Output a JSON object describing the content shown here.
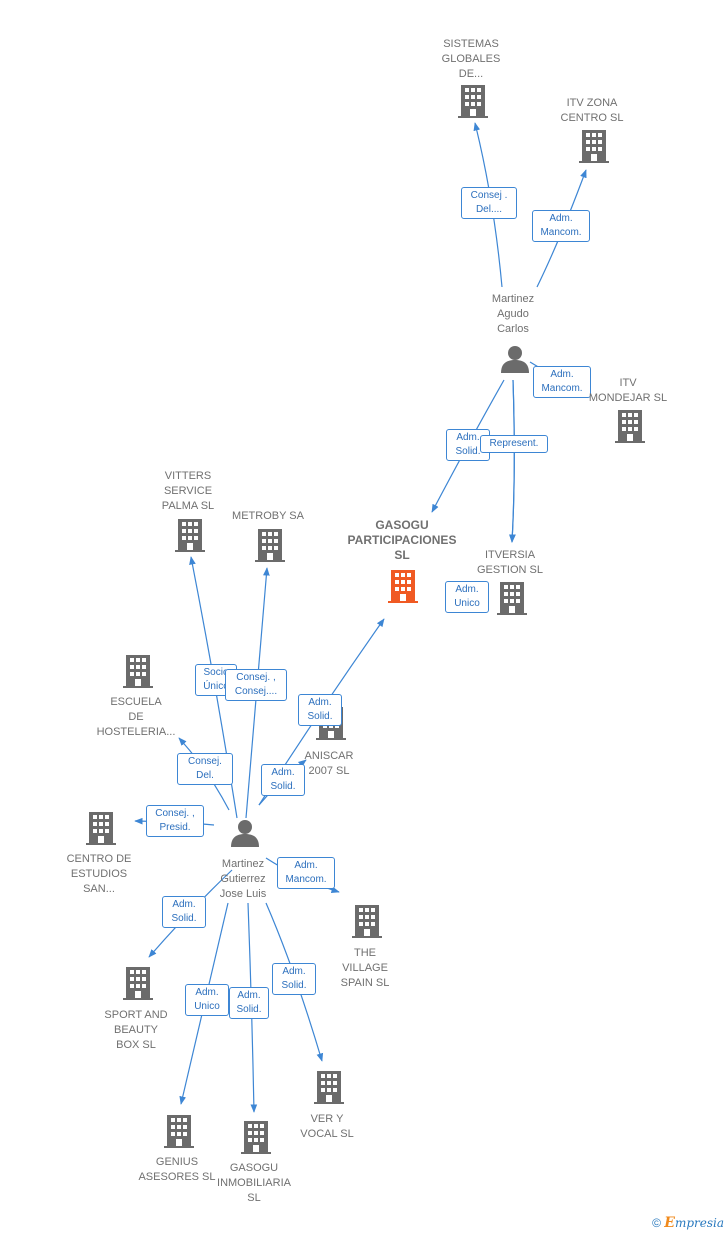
{
  "colors": {
    "edge": "#3d86d4",
    "node": "#6b6b6b",
    "focus": "#f05a23",
    "label": "#707070"
  },
  "nodes": [
    {
      "id": "sistemas",
      "type": "company",
      "label": "SISTEMAS\nGLOBALES\nDE..."
    },
    {
      "id": "itvzona",
      "type": "company",
      "label": "ITV ZONA\nCENTRO SL"
    },
    {
      "id": "martinezagudo",
      "type": "person",
      "label": "Martinez\nAgudo\nCarlos"
    },
    {
      "id": "itvmondejar",
      "type": "company",
      "label": "ITV\nMONDEJAR  SL"
    },
    {
      "id": "gasogu",
      "type": "company",
      "focus": true,
      "label": "GASOGU\nPARTICIPACIONES\nSL"
    },
    {
      "id": "itversia",
      "type": "company",
      "label": "ITVERSIA\nGESTION  SL"
    },
    {
      "id": "vitters",
      "type": "company",
      "label": "VITTERS\nSERVICE\nPALMA  SL"
    },
    {
      "id": "metroby",
      "type": "company",
      "label": "METROBY SA"
    },
    {
      "id": "escuela",
      "type": "company",
      "label": "ESCUELA\nDE\nHOSTELERIA..."
    },
    {
      "id": "aniscar",
      "type": "company",
      "label": "ANISCAR\n2007 SL"
    },
    {
      "id": "centro",
      "type": "company",
      "label": "CENTRO DE\nESTUDIOS\nSAN..."
    },
    {
      "id": "martinezgutierrez",
      "type": "person",
      "label": "Martinez\nGutierrez\nJose Luis"
    },
    {
      "id": "village",
      "type": "company",
      "label": "THE\nVILLAGE\nSPAIN  SL"
    },
    {
      "id": "sport",
      "type": "company",
      "label": "SPORT AND\nBEAUTY\nBOX  SL"
    },
    {
      "id": "genius",
      "type": "company",
      "label": "GENIUS\nASESORES  SL"
    },
    {
      "id": "gasoguinm",
      "type": "company",
      "label": "GASOGU\nINMOBILIARIA\nSL"
    },
    {
      "id": "veryvocal",
      "type": "company",
      "label": "VER Y\nVOCAL SL"
    }
  ],
  "edges": [
    {
      "from": "martinezagudo",
      "to": "sistemas",
      "label": "Consej .\nDel...."
    },
    {
      "from": "martinezagudo",
      "to": "itvzona",
      "label": "Adm.\nMancom."
    },
    {
      "from": "martinezagudo",
      "to": "itvmondejar",
      "label": "Adm.\nMancom."
    },
    {
      "from": "martinezagudo",
      "to": "gasogu",
      "label": "Adm.\nSolid."
    },
    {
      "from": "martinezagudo",
      "to": "itversia",
      "label": "Represent."
    },
    {
      "from": "martinezagudo",
      "to": "itversia",
      "label": "Adm.\nUnico"
    },
    {
      "from": "martinezgutierrez",
      "to": "vitters",
      "label": "Socio\nÚnico"
    },
    {
      "from": "martinezgutierrez",
      "to": "metroby",
      "label": "Consej. ,\nConsej...."
    },
    {
      "from": "martinezgutierrez",
      "to": "gasogu",
      "label": "Adm.\nSolid."
    },
    {
      "from": "martinezgutierrez",
      "to": "escuela",
      "label": "Consej.\nDel."
    },
    {
      "from": "martinezgutierrez",
      "to": "aniscar",
      "label": "Adm.\nSolid."
    },
    {
      "from": "martinezgutierrez",
      "to": "centro",
      "label": "Consej. ,\nPresid."
    },
    {
      "from": "martinezgutierrez",
      "to": "village",
      "label": "Adm.\nMancom."
    },
    {
      "from": "martinezgutierrez",
      "to": "sport",
      "label": "Adm.\nSolid."
    },
    {
      "from": "martinezgutierrez",
      "to": "genius",
      "label": "Adm.\nUnico"
    },
    {
      "from": "martinezgutierrez",
      "to": "gasoguinm",
      "label": "Adm.\nSolid."
    },
    {
      "from": "martinezgutierrez",
      "to": "veryvocal",
      "label": "Adm.\nSolid."
    }
  ],
  "footer": {
    "copyright": "©",
    "brand_initial": "E",
    "brand_rest": "mpresia"
  }
}
